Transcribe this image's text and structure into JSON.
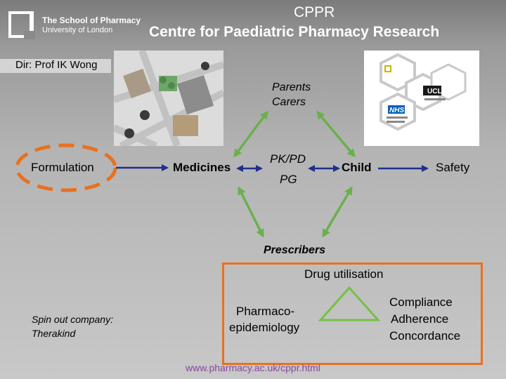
{
  "header": {
    "school_name": "The School of Pharmacy",
    "university": "University of London",
    "title_line1": "CPPR",
    "title_line2": "Centre for Paediatric Pharmacy Research",
    "director": "Dir: Prof IK Wong"
  },
  "nodes": {
    "parents_carers": "Parents\nCarers",
    "formulation": "Formulation",
    "medicines": "Medicines",
    "pkpd": "PK/PD",
    "pg": "PG",
    "child": "Child",
    "safety": "Safety",
    "prescribers": "Prescribers"
  },
  "box": {
    "drug_utilisation": "Drug utilisation",
    "pharmacoepi_1": "Pharmaco-",
    "pharmacoepi_2": "epidemiology",
    "compliance": "Compliance",
    "adherence": "Adherence",
    "concordance": "Concordance"
  },
  "spin_out_1": "Spin out company:",
  "spin_out_2": "Therakind",
  "footer_url": "www.pharmacy.ac.uk/cppr.html",
  "logos": {
    "ucl": "UCL",
    "nhs": "NHS"
  },
  "colors": {
    "arrow_blue": "#1f2f8c",
    "arrow_green": "#6ab04c",
    "orange": "#e8711e",
    "triangle_green": "#76c043"
  }
}
